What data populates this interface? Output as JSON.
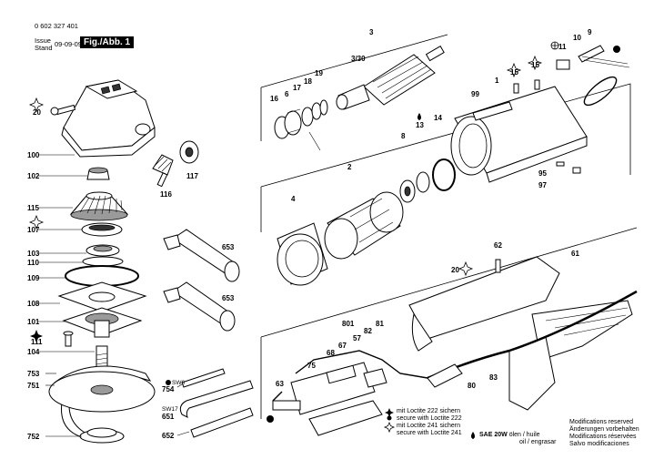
{
  "header": {
    "doc_number": "0 602 327 401",
    "issue_label": "Issue",
    "stand_label": "Stand",
    "date": "09-09-09",
    "figure": "Fig./Abb. 1"
  },
  "parts": {
    "p100": "100",
    "p102": "102",
    "p115": "115",
    "p107": "107",
    "p103": "103",
    "p110": "110",
    "p109": "109",
    "p108": "108",
    "p101": "101",
    "p111": "111",
    "p104": "104",
    "p753": "753",
    "p751": "751",
    "p752": "752",
    "p20a": "20",
    "p116": "116",
    "p117": "117",
    "p754": "754",
    "p651": "651",
    "p652": "652",
    "p653a": "653",
    "p653b": "653",
    "p3": "3",
    "p330": "3/30",
    "p16": "16",
    "p6": "6",
    "p17": "17",
    "p18": "18",
    "p19": "19",
    "p2": "2",
    "p4": "4",
    "p8": "8",
    "p13": "13",
    "p14": "14",
    "p99": "99",
    "p1": "1",
    "p15a": "15",
    "p15b": "15",
    "p11": "11",
    "p10": "10",
    "p9": "9",
    "p95": "95",
    "p97": "97",
    "p62": "62",
    "p61": "61",
    "p20b": "20",
    "p801": "801",
    "p82": "82",
    "p81": "81",
    "p57": "57",
    "p67": "67",
    "p68": "68",
    "p75": "75",
    "p63": "63",
    "p80": "80",
    "p83": "83",
    "sw6": "SW6",
    "sw17": "SW17"
  },
  "legend": {
    "loctite222_de": "mit Loctite 222 sichern",
    "loctite222_en": "secure with Loctite 222",
    "loctite241_de": "mit Loctite 241 sichern",
    "loctite241_en": "secure with Loctite 241",
    "sae_code": "SAE 20W",
    "sae_text": "ölen / huile",
    "sae_text2": "oil / engrasar",
    "mod1": "Modifications reserved",
    "mod2": "Änderungen vorbehalten",
    "mod3": "Modifications réservées",
    "mod4": "Salvo modificaciones"
  }
}
